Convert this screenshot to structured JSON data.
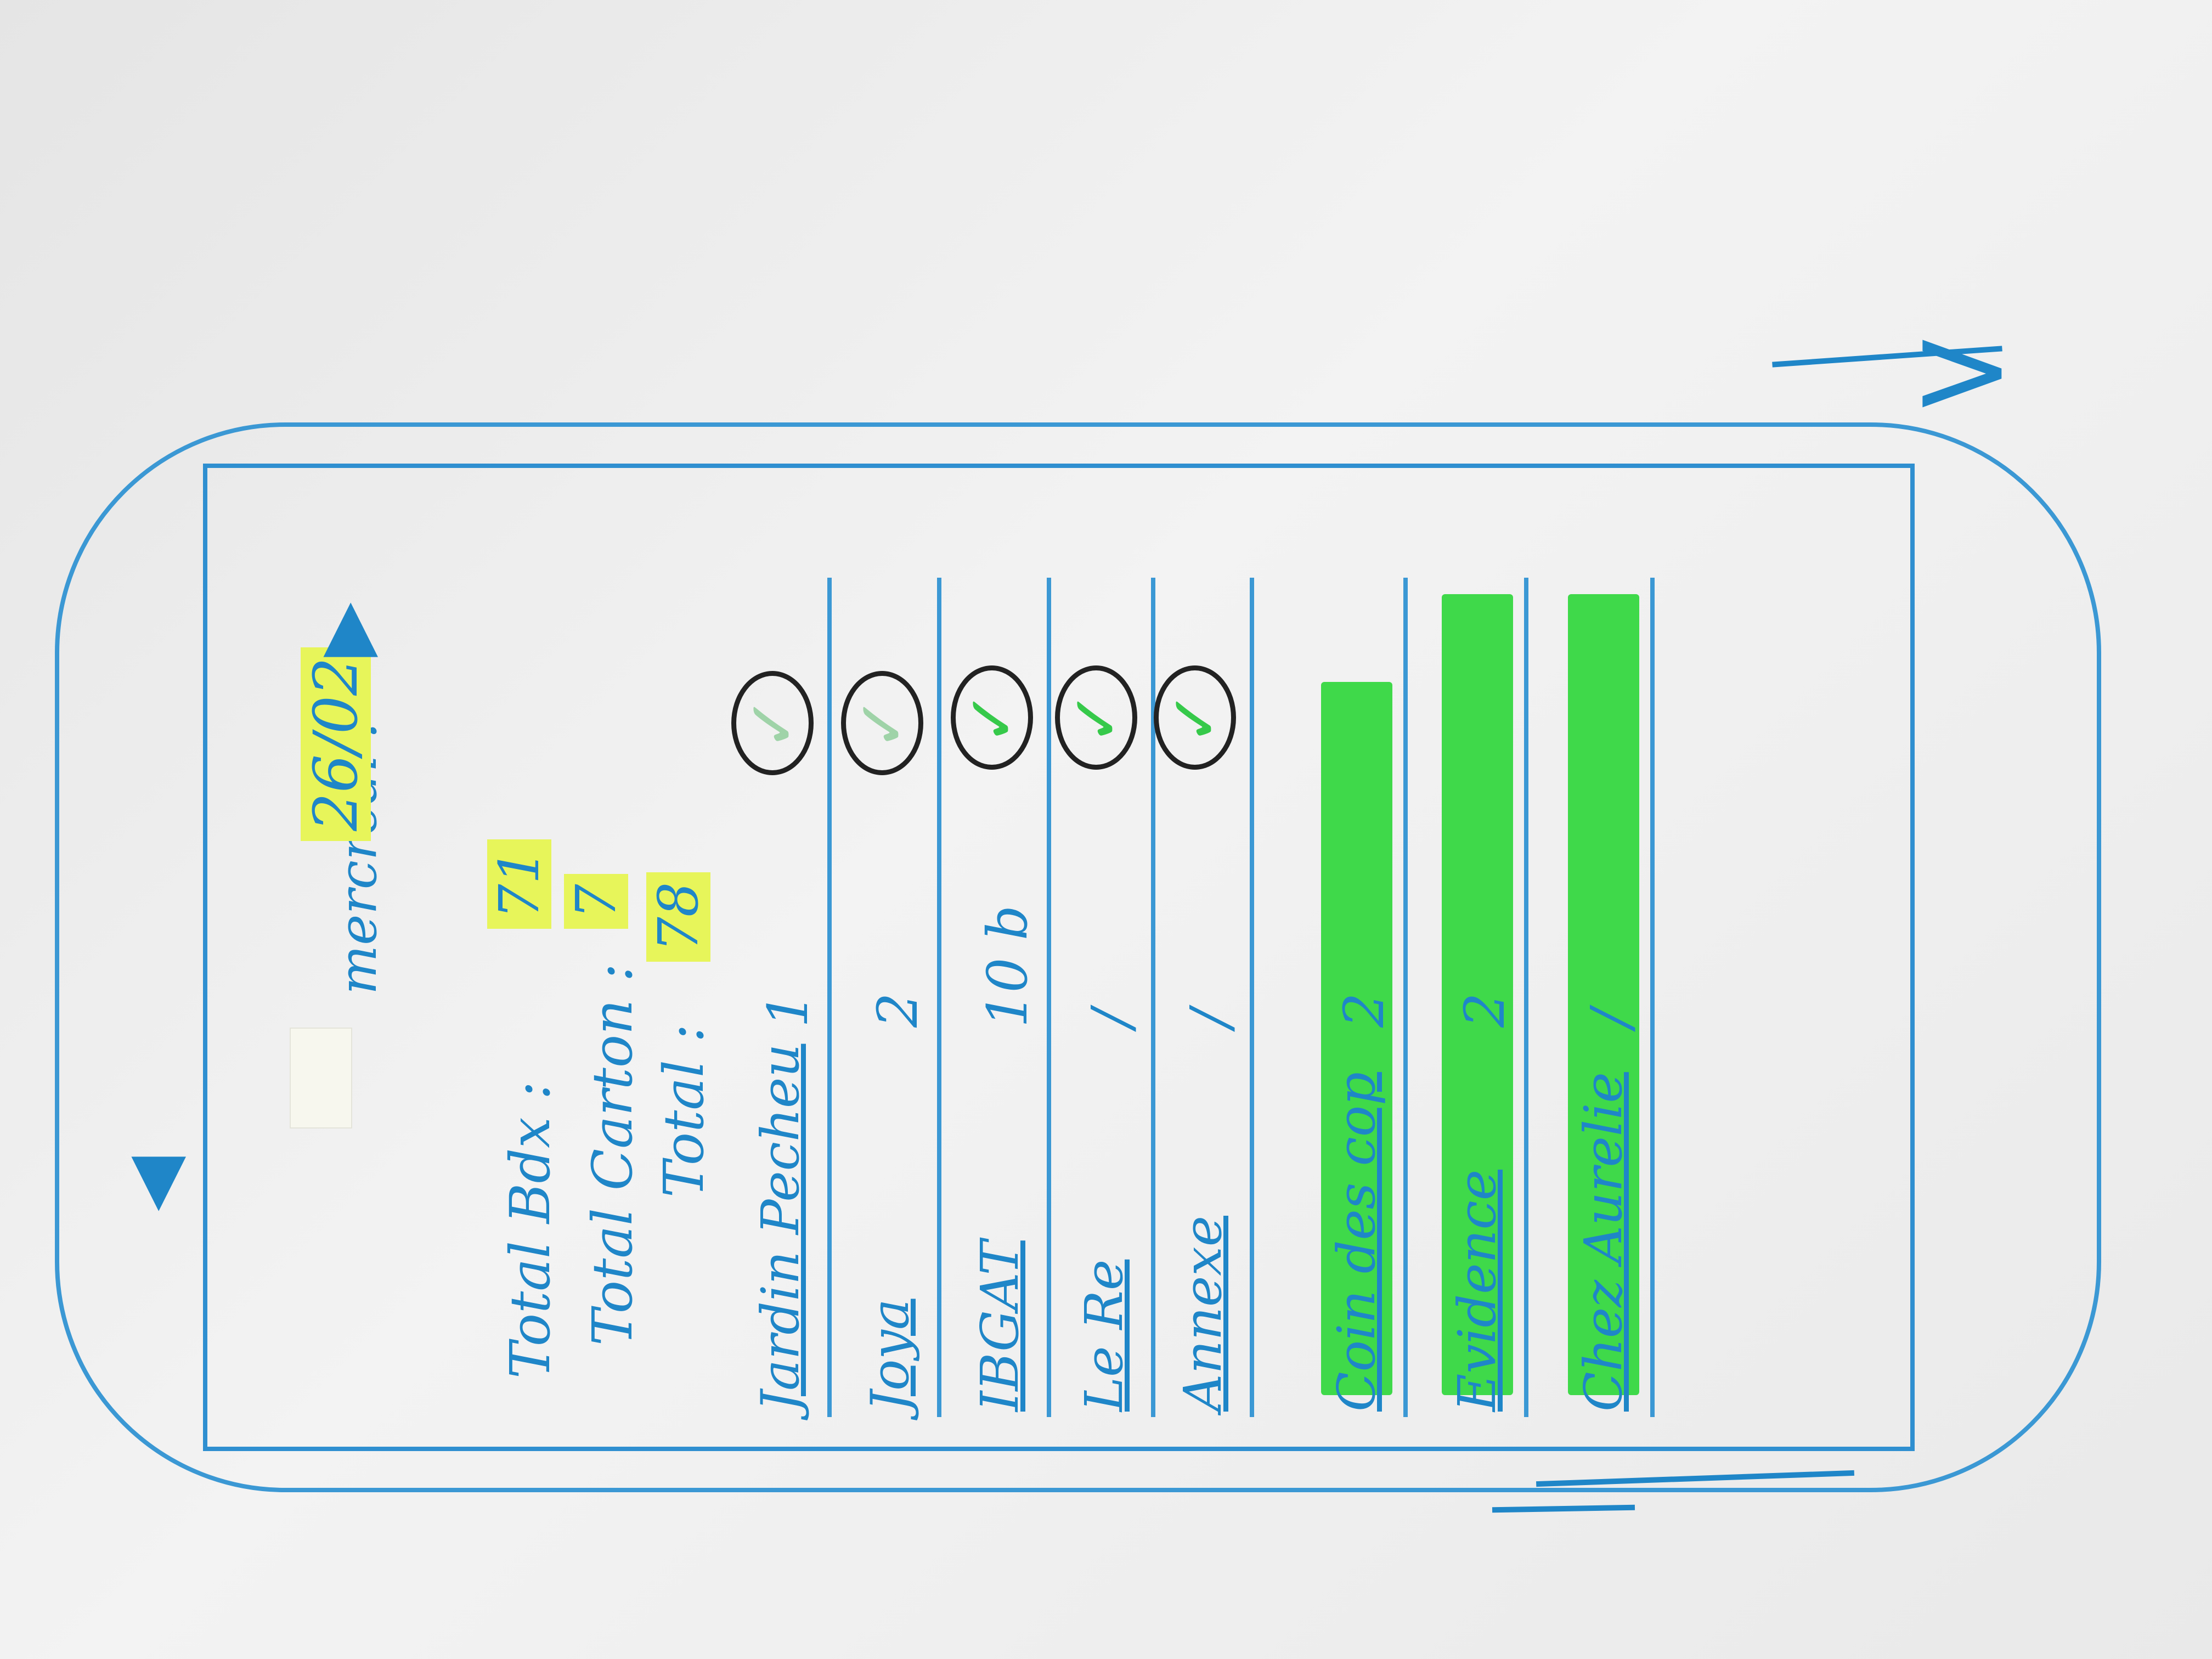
{
  "header": {
    "day_label": "mercredi :",
    "date": "26/02"
  },
  "totals": {
    "bdx_label": "Total Bdx :",
    "bdx_value": "71",
    "carton_label": "Total Carton :",
    "carton_value": "7",
    "total_label": "Total :",
    "total_value": "78"
  },
  "rows": [
    {
      "name": "Jardin Pecheu",
      "count": "1",
      "checked": true,
      "style": "muted"
    },
    {
      "name": "Joya",
      "count": "2",
      "checked": true,
      "style": "muted"
    },
    {
      "name": "IBGAT",
      "count": "10 b",
      "checked": true,
      "style": "green"
    },
    {
      "name": "Le Re",
      "count": "/",
      "checked": true,
      "style": "green"
    },
    {
      "name": "Annexe",
      "count": "/",
      "checked": true,
      "style": "green"
    },
    {
      "name": "Coin des cop",
      "count": "2",
      "checked": false,
      "style": "highlight"
    },
    {
      "name": "Evidence",
      "count": "2",
      "checked": false,
      "style": "highlight"
    },
    {
      "name": "Chez Aurelie",
      "count": "/",
      "checked": false,
      "style": "highlight"
    }
  ],
  "colors": {
    "ink": "#1f86c8",
    "highlight_yellow": "#e7f55a",
    "highlight_green": "#3fd94a",
    "check_green": "#36c94a",
    "circle": "#222222"
  },
  "icons": {
    "prev": "arrow-left-icon",
    "next": "arrow-right-icon",
    "check": "check-icon",
    "swipe": "swipe-arrow-icon"
  }
}
